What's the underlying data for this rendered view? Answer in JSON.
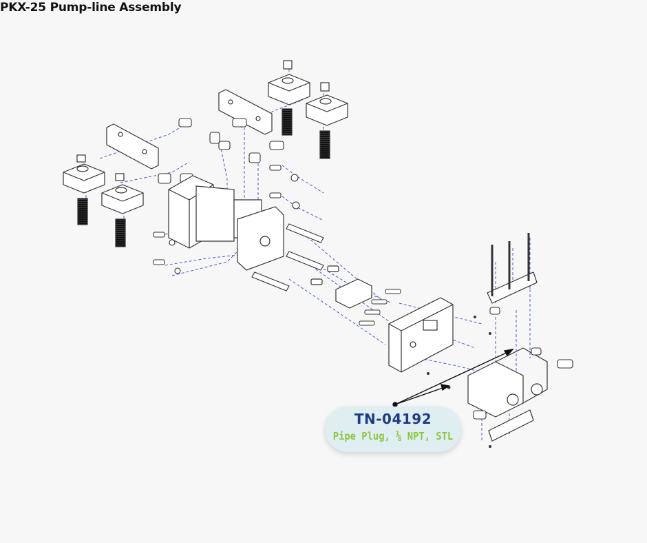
{
  "title": "PKX-25 Pump-line Assembly",
  "callout": {
    "part_number": "TN-04192",
    "description": "Pipe Plug, ⅛ NPT, STL"
  },
  "colors": {
    "line": "#333333",
    "leader": "#4a5bd1",
    "part_number": "#1f3c85",
    "description": "#8cc63f",
    "callout_bg": "#dfeef0"
  }
}
